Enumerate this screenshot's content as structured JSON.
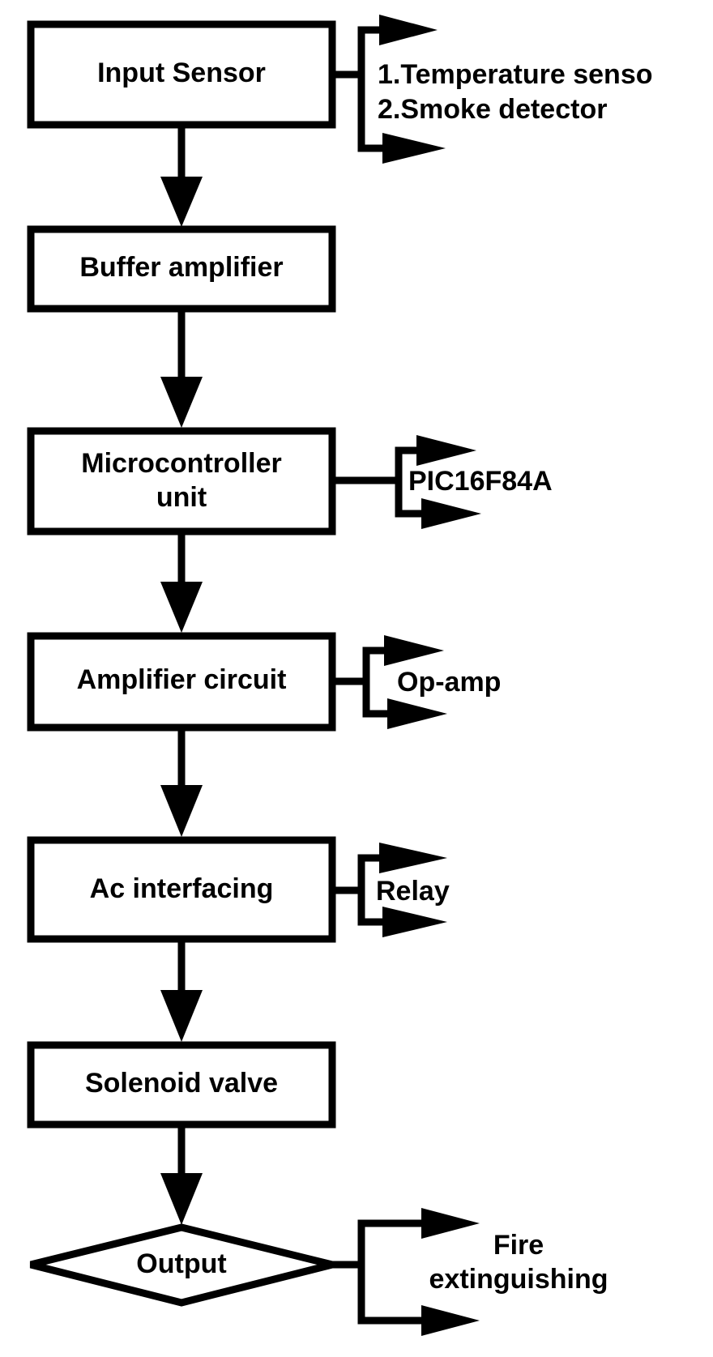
{
  "diagram": {
    "blocks": {
      "input_sensor": "Input Sensor",
      "buffer_amplifier": "Buffer amplifier",
      "microcontroller_line1": "Microcontroller",
      "microcontroller_line2": "unit",
      "amplifier_circuit": "Amplifier circuit",
      "ac_interfacing": "Ac interfacing",
      "solenoid_valve": "Solenoid valve",
      "output": "Output"
    },
    "annotations": {
      "sensors_line1": "1.Temperature senso",
      "sensors_line2": "2.Smoke detector",
      "microcontroller_model": "PIC16F84A",
      "amplifier_type": "Op-amp",
      "interface_device": "Relay",
      "output_line1": "Fire",
      "output_line2": "extinguishing"
    }
  }
}
